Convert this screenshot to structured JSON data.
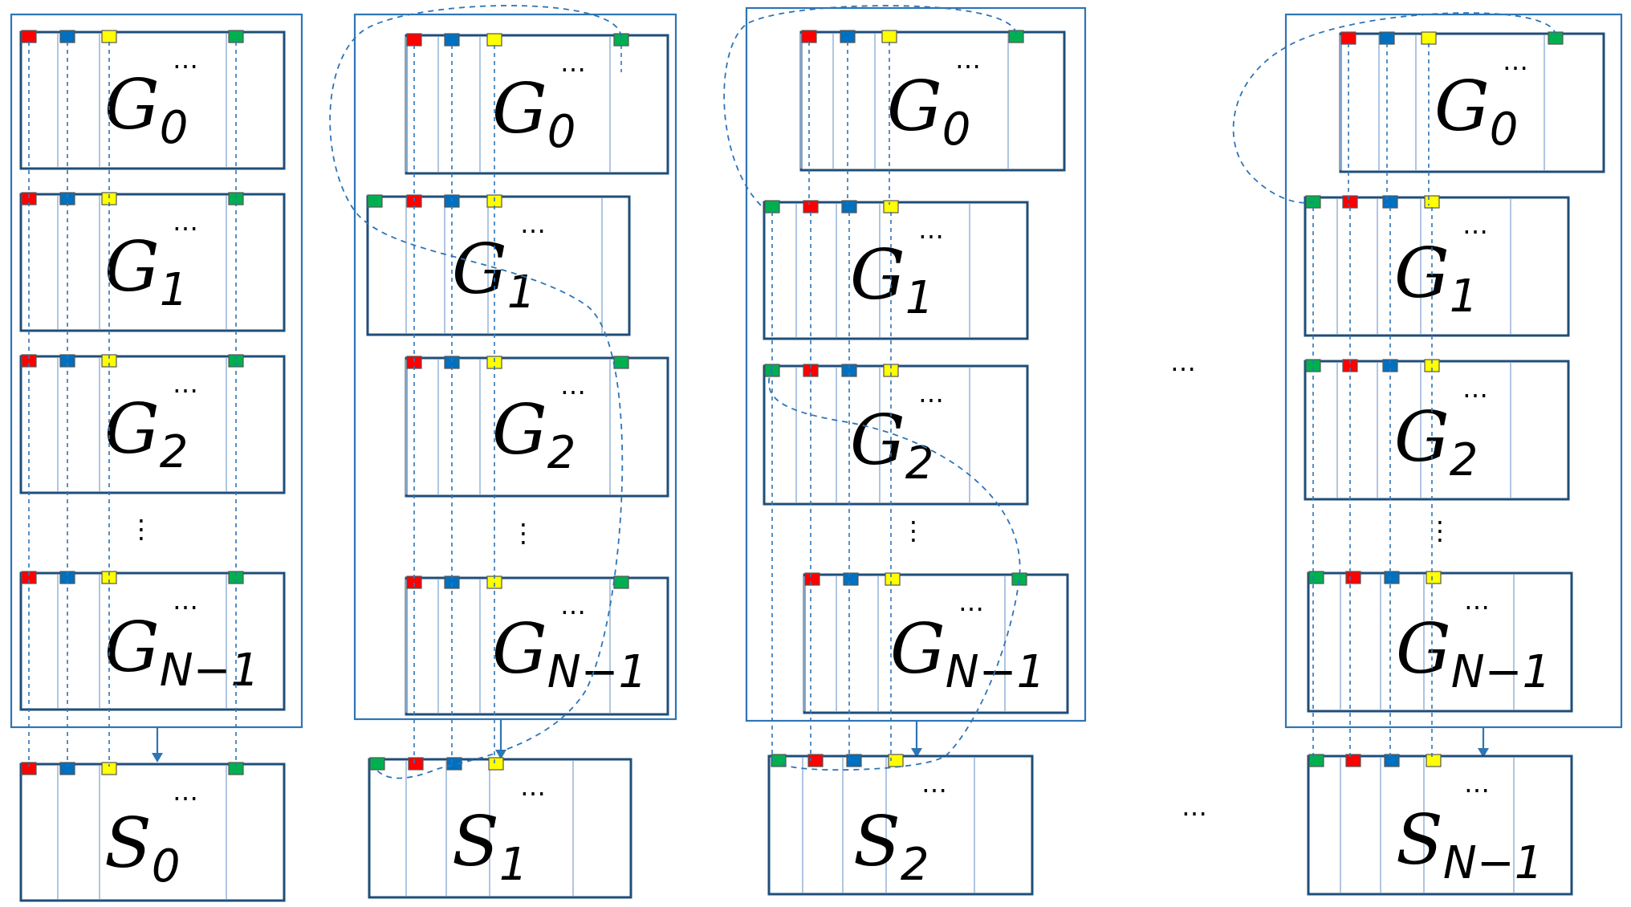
{
  "colors": {
    "red": "#ff0000",
    "blue": "#0070c0",
    "yellow": "#ffff00",
    "green": "#00b050",
    "frame": "#2e75b6",
    "box": "#1f4e79"
  },
  "columns": [
    {
      "groups": [
        {
          "base": "G",
          "sub": "0"
        },
        {
          "base": "G",
          "sub": "1"
        },
        {
          "base": "G",
          "sub": "2"
        },
        {
          "base": "G",
          "sub": "N−1"
        }
      ],
      "result": {
        "base": "S",
        "sub": "0"
      }
    },
    {
      "groups": [
        {
          "base": "G",
          "sub": "0"
        },
        {
          "base": "G",
          "sub": "1"
        },
        {
          "base": "G",
          "sub": "2"
        },
        {
          "base": "G",
          "sub": "N−1"
        }
      ],
      "result": {
        "base": "S",
        "sub": "1"
      }
    },
    {
      "groups": [
        {
          "base": "G",
          "sub": "0"
        },
        {
          "base": "G",
          "sub": "1"
        },
        {
          "base": "G",
          "sub": "2"
        },
        {
          "base": "G",
          "sub": "N−1"
        }
      ],
      "result": {
        "base": "S",
        "sub": "2"
      }
    },
    {
      "groups": [
        {
          "base": "G",
          "sub": "0"
        },
        {
          "base": "G",
          "sub": "1"
        },
        {
          "base": "G",
          "sub": "2"
        },
        {
          "base": "G",
          "sub": "N−1"
        }
      ],
      "result": {
        "base": "S",
        "sub": "N−1"
      }
    }
  ],
  "row_ellipsis": "⋮",
  "cell_ellipsis": "…",
  "column_gap_ellipsis": "…"
}
